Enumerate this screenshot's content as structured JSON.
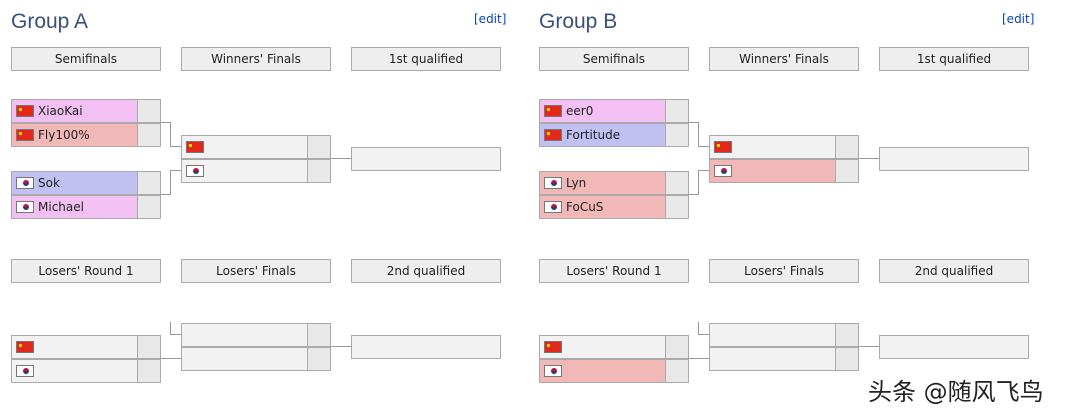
{
  "colors": {
    "pink": "#f2c0f2",
    "red": "#f2b8b8",
    "blue": "#c0c0f2",
    "none": "#f2f2f2"
  },
  "groups": [
    {
      "title": "Group A",
      "edit": "[edit]",
      "headers": {
        "sf": "Semifinals",
        "wf": "Winners' Finals",
        "q1": "1st qualified",
        "lr1": "Losers' Round 1",
        "lf": "Losers' Finals",
        "q2": "2nd qualified"
      },
      "semifinals": [
        {
          "player": "XiaoKai",
          "flag": "cn",
          "color": "pink"
        },
        {
          "player": "Fly100%",
          "flag": "cn",
          "color": "red"
        },
        {
          "player": "Sok",
          "flag": "kr",
          "color": "blue"
        },
        {
          "player": "Michael",
          "flag": "kr",
          "color": "pink"
        }
      ],
      "winners_final": [
        {
          "player": "",
          "flag": "cn",
          "color": "none"
        },
        {
          "player": "",
          "flag": "kr",
          "color": "none"
        }
      ],
      "losers_round1": [
        {
          "player": "",
          "flag": "cn",
          "color": "none"
        },
        {
          "player": "",
          "flag": "kr",
          "color": "none"
        }
      ],
      "losers_final": [
        {
          "player": "",
          "flag": "",
          "color": "none"
        },
        {
          "player": "",
          "flag": "",
          "color": "none"
        }
      ]
    },
    {
      "title": "Group B",
      "edit": "[edit]",
      "headers": {
        "sf": "Semifinals",
        "wf": "Winners' Finals",
        "q1": "1st qualified",
        "lr1": "Losers' Round 1",
        "lf": "Losers' Finals",
        "q2": "2nd qualified"
      },
      "semifinals": [
        {
          "player": "eer0",
          "flag": "cn",
          "color": "pink"
        },
        {
          "player": "Fortitude",
          "flag": "cn",
          "color": "blue"
        },
        {
          "player": "Lyn",
          "flag": "kr",
          "color": "red"
        },
        {
          "player": "FoCuS",
          "flag": "kr",
          "color": "red"
        }
      ],
      "winners_final": [
        {
          "player": "",
          "flag": "cn",
          "color": "none"
        },
        {
          "player": "",
          "flag": "kr",
          "color": "red"
        }
      ],
      "losers_round1": [
        {
          "player": "",
          "flag": "cn",
          "color": "none"
        },
        {
          "player": "",
          "flag": "kr",
          "color": "red"
        }
      ],
      "losers_final": [
        {
          "player": "",
          "flag": "",
          "color": "none"
        },
        {
          "player": "",
          "flag": "",
          "color": "none"
        }
      ]
    }
  ],
  "watermark": "头条 @随风飞鸟"
}
